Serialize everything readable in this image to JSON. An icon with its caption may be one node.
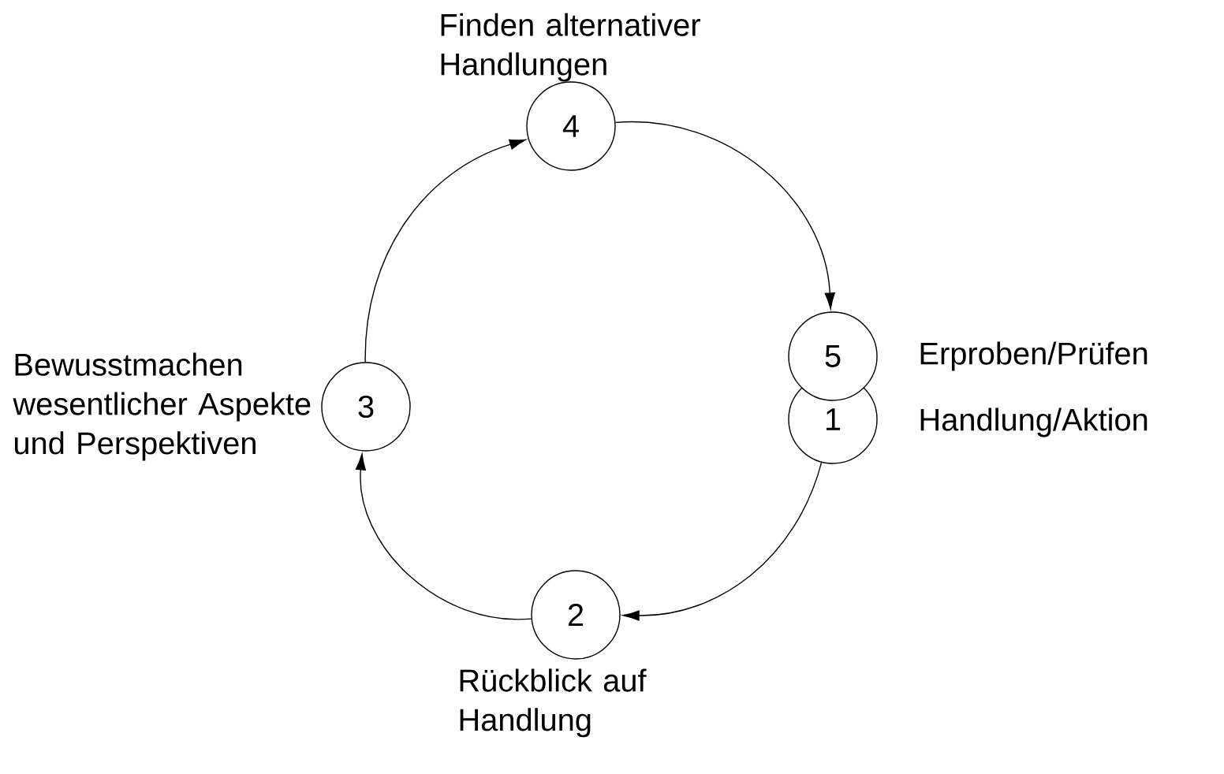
{
  "diagram": {
    "nodes": [
      {
        "text": [
          "1"
        ],
        "beside": [
          "Handlung/Aktion"
        ]
      },
      {
        "text": [
          "2"
        ],
        "beside": [
          "Rückblick auf Handlung"
        ]
      },
      {
        "text": [
          "3"
        ],
        "beside": [
          "Bewusstmachen wesentlicher Aspekte und Perspektiven"
        ]
      },
      {
        "text": [
          "4"
        ],
        "beside": [
          "Finden alternativer Handlungen"
        ]
      },
      {
        "text": [
          "5"
        ],
        "beside": [
          "Erproben/Prüfen"
        ]
      }
    ],
    "edges": [
      {
        "from": 0,
        "to": 1,
        "arrow": "to"
      },
      {
        "from": 1,
        "to": 2,
        "arrow": "to"
      },
      {
        "from": 2,
        "to": 3,
        "arrow": "to"
      },
      {
        "from": 3,
        "to": 4,
        "arrow": "to"
      }
    ]
  }
}
